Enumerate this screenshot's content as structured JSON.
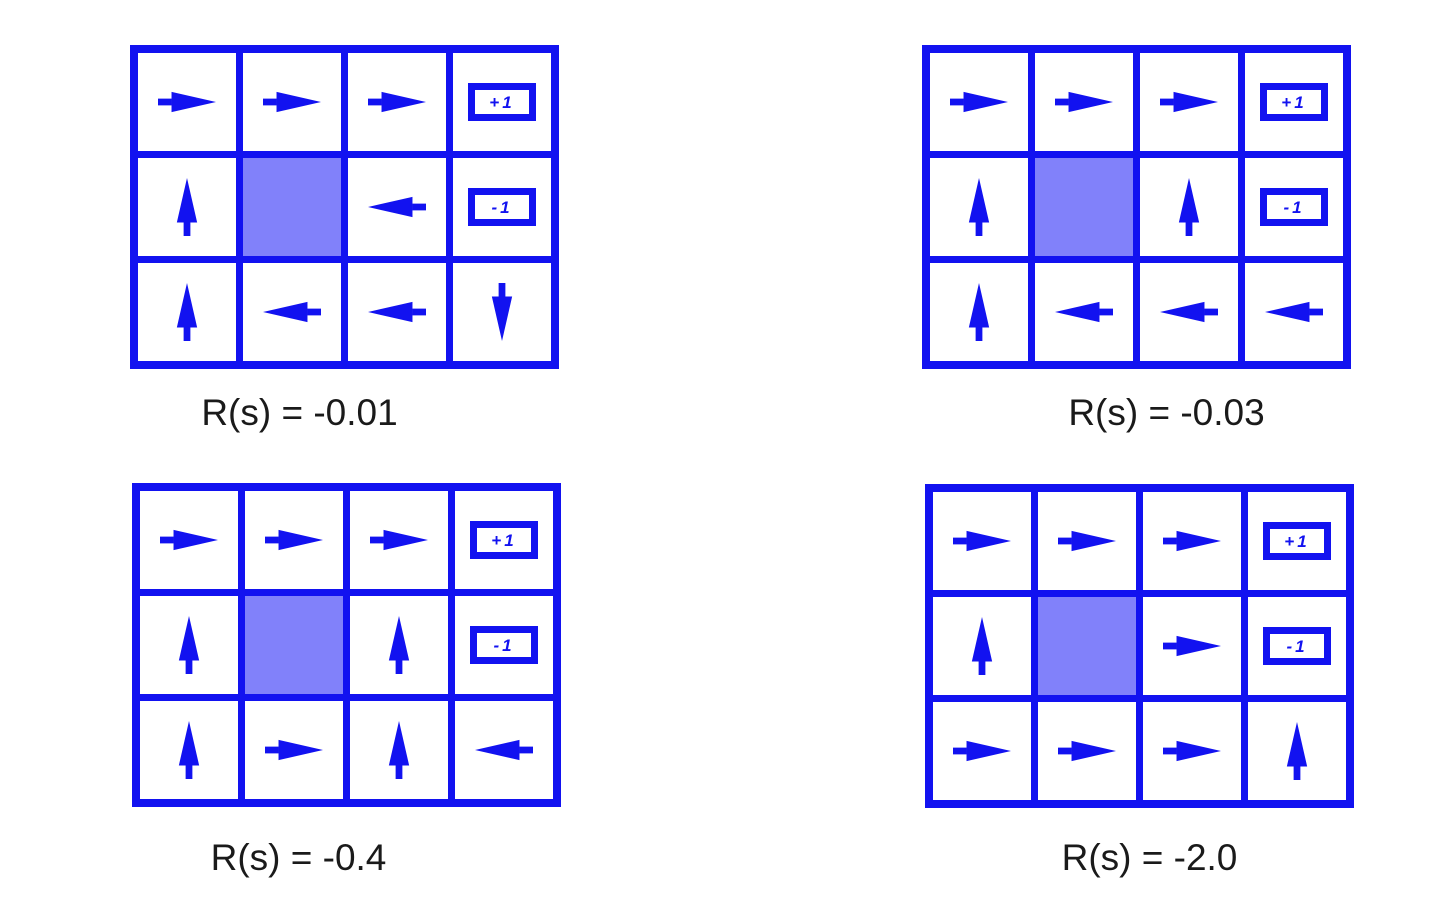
{
  "figure": {
    "description": "Four 4x3 gridworld optimal policy diagrams for different step rewards",
    "grid_rows": 3,
    "grid_cols": 4
  },
  "colors": {
    "blue": "#1212f0",
    "shaded_cell": "#8181fa",
    "caption_text": "#1a1a1a",
    "background": "#ffffff"
  },
  "badges": {
    "plus": "+1",
    "minus": "-1"
  },
  "grids": [
    {
      "id": "top-left",
      "caption": "R(s) = -0.01",
      "cells": [
        [
          "right",
          "right",
          "right",
          "plus"
        ],
        [
          "up",
          "block",
          "left",
          "minus"
        ],
        [
          "up",
          "left",
          "left",
          "down"
        ]
      ]
    },
    {
      "id": "top-right",
      "caption": "R(s) = -0.03",
      "cells": [
        [
          "right",
          "right",
          "right",
          "plus"
        ],
        [
          "up",
          "block",
          "up",
          "minus"
        ],
        [
          "up",
          "left",
          "left",
          "left"
        ]
      ]
    },
    {
      "id": "bottom-left",
      "caption": "R(s) = -0.4",
      "cells": [
        [
          "right",
          "right",
          "right",
          "plus"
        ],
        [
          "up",
          "block",
          "up",
          "minus"
        ],
        [
          "up",
          "right",
          "up",
          "left"
        ]
      ]
    },
    {
      "id": "bottom-right",
      "caption": "R(s) = -2.0",
      "cells": [
        [
          "right",
          "right",
          "right",
          "plus"
        ],
        [
          "up",
          "block",
          "right",
          "minus"
        ],
        [
          "right",
          "right",
          "right",
          "up"
        ]
      ]
    }
  ]
}
